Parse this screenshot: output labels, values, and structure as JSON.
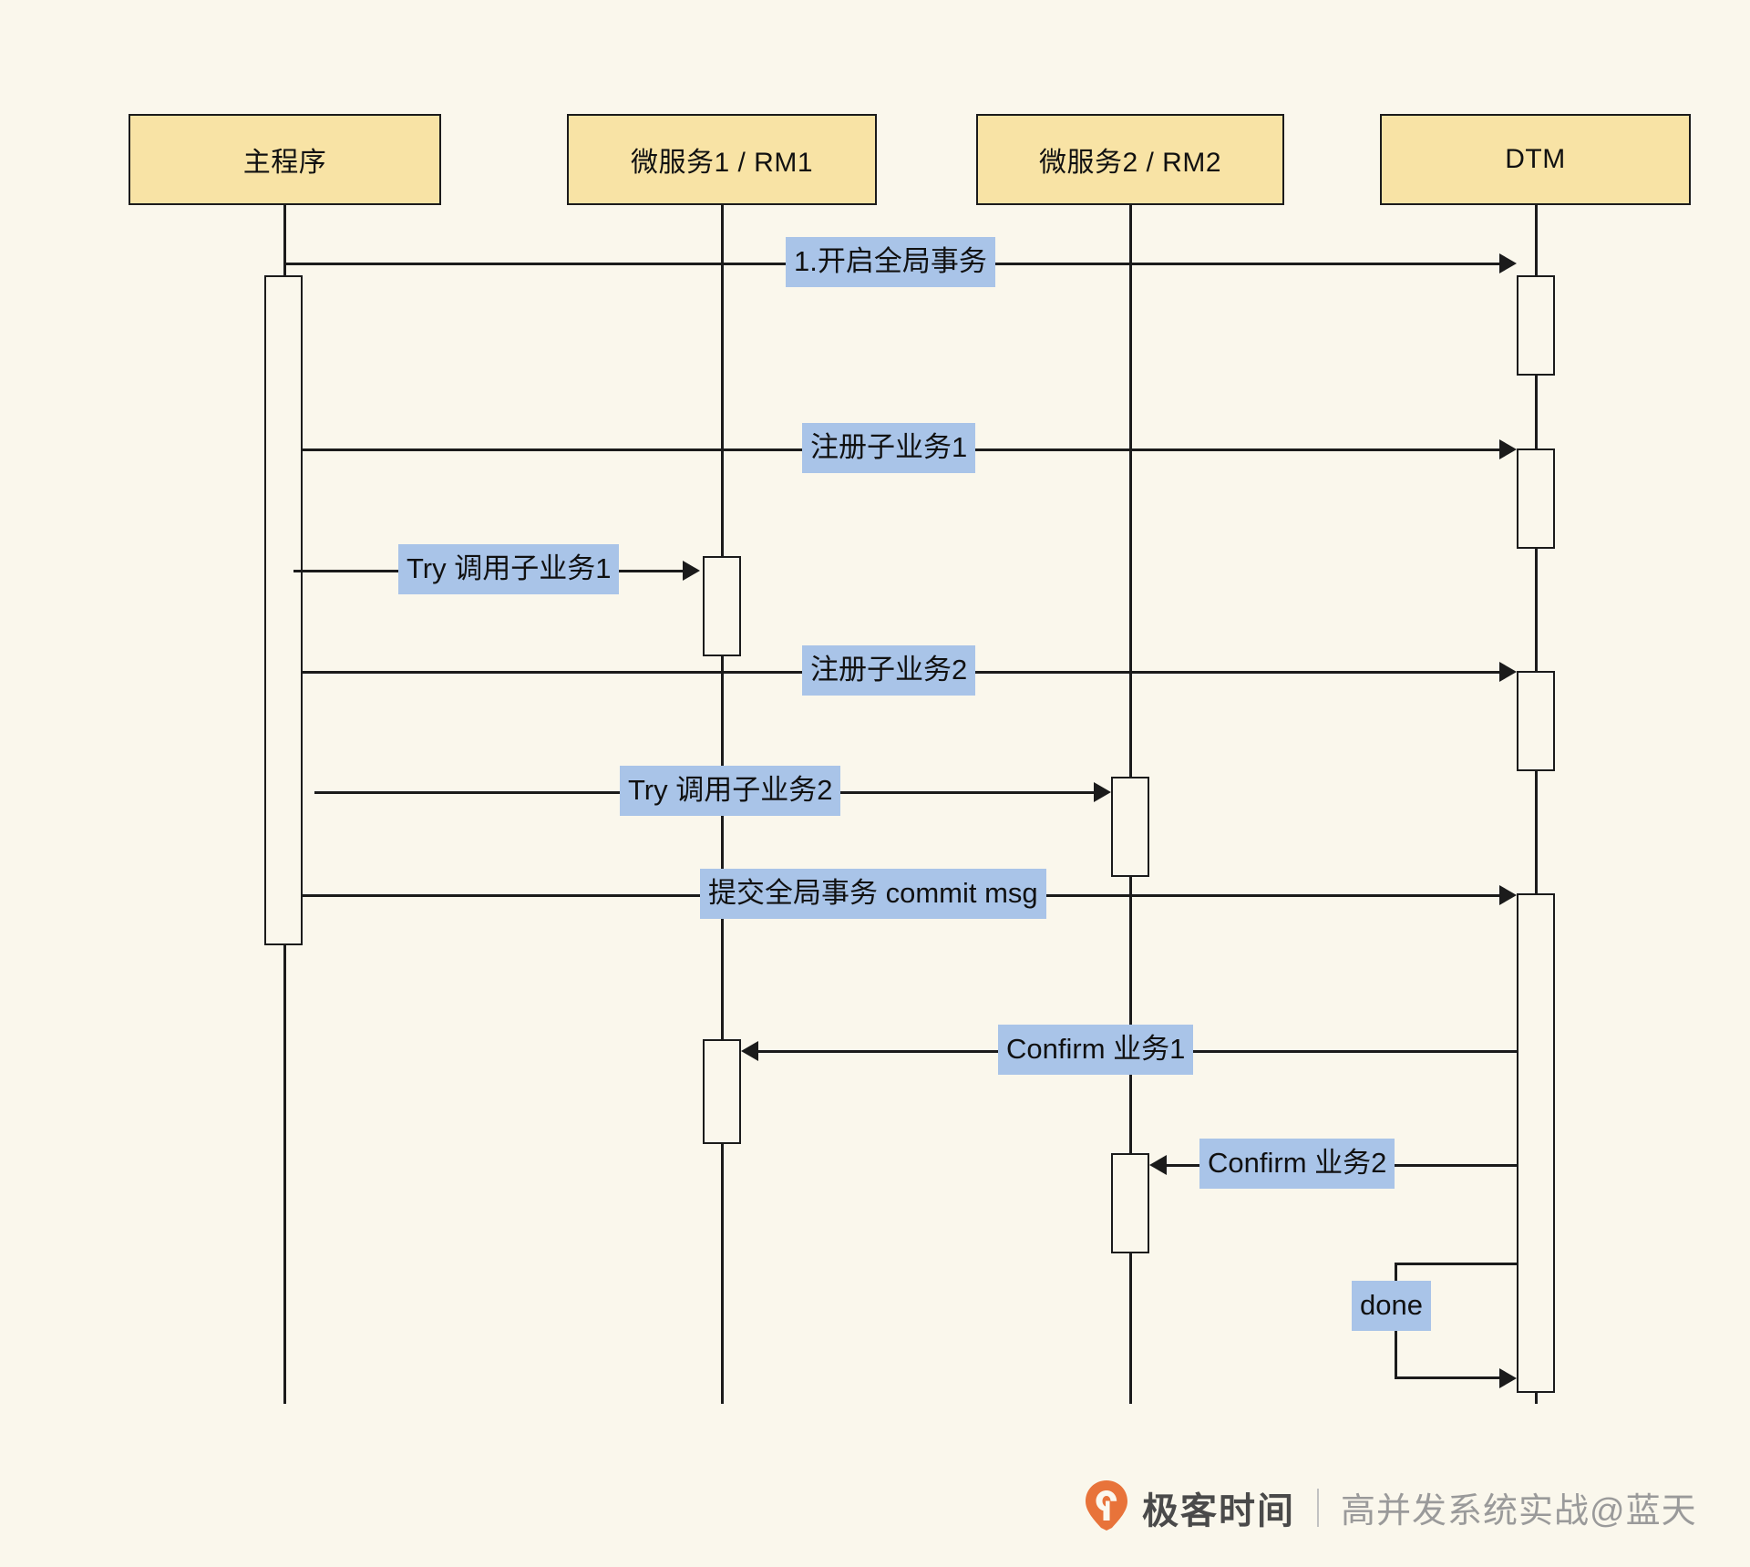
{
  "diagram": {
    "type": "sequence-diagram",
    "background_color": "#faf7ec",
    "participant_fill": "#f8e3a5",
    "label_fill": "#a9c4e8",
    "stroke_color": "#1b1b1b",
    "participants": [
      {
        "id": "main",
        "label": "主程序"
      },
      {
        "id": "rm1",
        "label": "微服务1 / RM1"
      },
      {
        "id": "rm2",
        "label": "微服务2 / RM2"
      },
      {
        "id": "dtm",
        "label": "DTM"
      }
    ],
    "messages": [
      {
        "seq": 1,
        "label": "1.开启全局事务",
        "from": "main",
        "to": "dtm",
        "direction": "right"
      },
      {
        "seq": 2,
        "label": "注册子业务1",
        "from": "main",
        "to": "dtm",
        "direction": "right"
      },
      {
        "seq": 3,
        "label": "Try 调用子业务1",
        "from": "main",
        "to": "rm1",
        "direction": "right"
      },
      {
        "seq": 4,
        "label": "注册子业务2",
        "from": "main",
        "to": "dtm",
        "direction": "right"
      },
      {
        "seq": 5,
        "label": "Try 调用子业务2",
        "from": "main",
        "to": "rm2",
        "direction": "right"
      },
      {
        "seq": 6,
        "label": "提交全局事务 commit msg",
        "from": "main",
        "to": "dtm",
        "direction": "right"
      },
      {
        "seq": 7,
        "label": "Confirm 业务1",
        "from": "dtm",
        "to": "rm1",
        "direction": "left"
      },
      {
        "seq": 8,
        "label": "Confirm 业务2",
        "from": "dtm",
        "to": "rm2",
        "direction": "left"
      },
      {
        "seq": 9,
        "label": "done",
        "from": "dtm",
        "to": "dtm",
        "direction": "self"
      }
    ]
  },
  "watermark": {
    "logo_icon": "geekbang-logo-icon",
    "brand": "极客时间",
    "divider": "|",
    "subtitle": "高并发系统实战@蓝天"
  }
}
